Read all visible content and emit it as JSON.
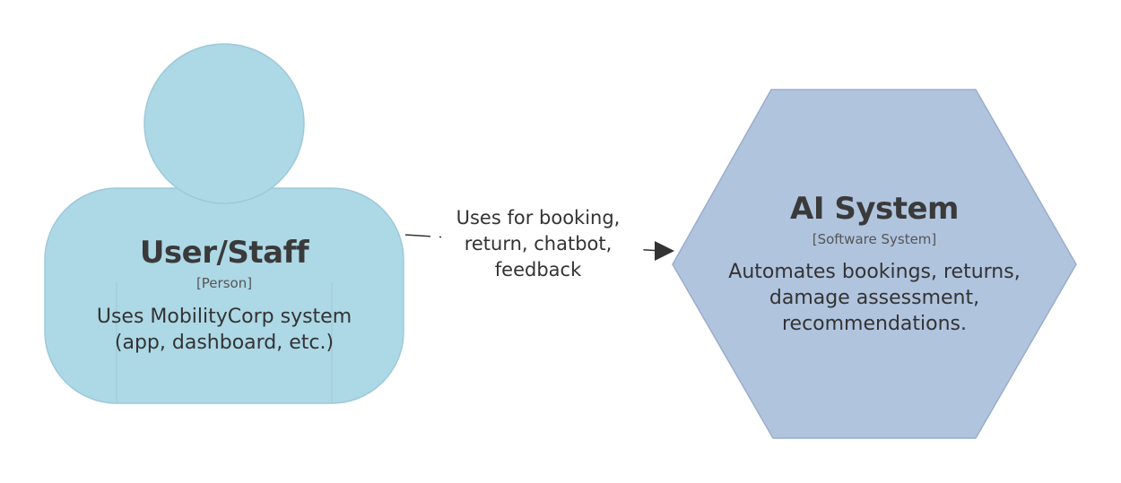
{
  "nodes": {
    "person": {
      "title": "User/Staff",
      "type": "[Person]",
      "description_lines": [
        "Uses MobilityCorp system",
        "(app, dashboard, etc.)"
      ],
      "fill": "#add8e6",
      "stroke": "#9ec9d8"
    },
    "system": {
      "title": "AI System",
      "type": "[Software System]",
      "description_lines": [
        "Automates bookings, returns,",
        "damage assessment,",
        "recommendations."
      ],
      "fill": "#b0c4de",
      "stroke": "#9aaecb"
    }
  },
  "edge": {
    "label_lines": [
      "Uses for booking,",
      "return, chatbot,",
      "feedback"
    ],
    "style": "dashed",
    "color": "#333333"
  }
}
